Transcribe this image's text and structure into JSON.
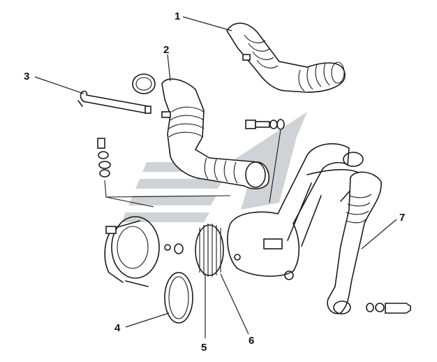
{
  "colors": {
    "line": "#1a1a1a",
    "watermark": "#cfd3d6",
    "background": "#ffffff"
  },
  "watermark": {
    "icon": "stylized-logo-watermark"
  },
  "callouts": [
    {
      "id": "1",
      "text": "1"
    },
    {
      "id": "2",
      "text": "2"
    },
    {
      "id": "3",
      "text": "3"
    },
    {
      "id": "4",
      "text": "4"
    },
    {
      "id": "5",
      "text": "5"
    },
    {
      "id": "6",
      "text": "6"
    },
    {
      "id": "7",
      "text": "7"
    }
  ]
}
